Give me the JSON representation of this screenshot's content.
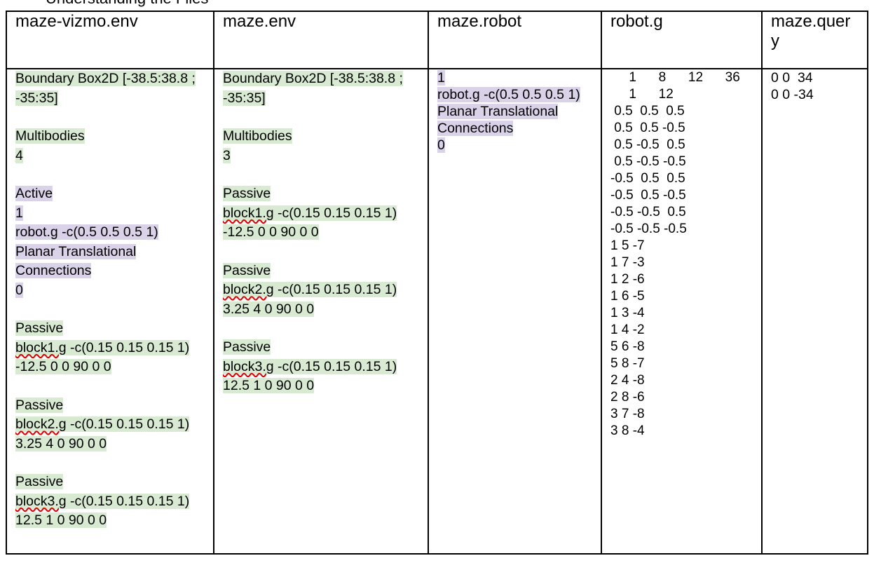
{
  "page_title": "Understanding the Files",
  "columns": [
    {
      "header": "maze-vizmo.env"
    },
    {
      "header": "maze.env"
    },
    {
      "header": "maze.robot"
    },
    {
      "header": "robot.g"
    },
    {
      "header": "maze.query"
    }
  ],
  "vizmo_env": {
    "boundary": "Boundary Box2D [-38.5:38.8 ; -35:35]",
    "multibodies_label": "Multibodies",
    "multibodies_count": "4",
    "active_label": "Active",
    "active_count": "1",
    "robot_line": "robot.g -c(0.5 0.5 0.5 1)",
    "robot_type": "Planar Translational",
    "connections_label": "Connections",
    "connections_count": "0",
    "passives": [
      {
        "label": "Passive",
        "file": "block1.g",
        "color": " -c(0.15 0.15 0.15 1)",
        "transform": "-12.5 0 0 90 0 0"
      },
      {
        "label": "Passive",
        "file": "block2.g",
        "color": " -c(0.15 0.15 0.15 1)",
        "transform": "3.25 4 0 90 0 0"
      },
      {
        "label": "Passive",
        "file": "block3.g",
        "color": " -c(0.15 0.15 0.15 1)",
        "transform": "12.5 1 0 90 0 0"
      }
    ]
  },
  "maze_env": {
    "boundary": "Boundary Box2D [-38.5:38.8 ; -35:35]",
    "multibodies_label": "Multibodies",
    "multibodies_count": "3",
    "passives": [
      {
        "label": "Passive",
        "file": "block1.g",
        "color": " -c(0.15 0.15 0.15 1)",
        "transform": "-12.5 0 0 90 0 0"
      },
      {
        "label": "Passive",
        "file": "block2.g",
        "color": " -c(0.15 0.15 0.15 1)",
        "transform": "3.25 4 0 90 0 0"
      },
      {
        "label": "Passive",
        "file": "block3.g",
        "color": " -c(0.15 0.15 0.15 1)",
        "transform": "12.5 1 0 90 0 0"
      }
    ]
  },
  "maze_robot": {
    "count": "1",
    "robot_line": "robot.g -c(0.5 0.5 0.5 1)",
    "robot_type": "Planar Translational",
    "connections_label": "Connections",
    "connections_count": "0"
  },
  "robot_g": {
    "lines": [
      "     1      8      12      36",
      "     1      12",
      " 0.5  0.5  0.5",
      " 0.5  0.5 -0.5",
      " 0.5 -0.5  0.5",
      " 0.5 -0.5 -0.5",
      "-0.5  0.5  0.5",
      "-0.5  0.5 -0.5",
      "-0.5 -0.5  0.5",
      "-0.5 -0.5 -0.5",
      "1 5 -7",
      "1 7 -3",
      "1 2 -6",
      "1 6 -5",
      "1 3 -4",
      "1 4 -2",
      "5 6 -8",
      "5 8 -7",
      "2 4 -8",
      "2 8 -6",
      "3 7 -8",
      "3 8 -4"
    ]
  },
  "maze_query": {
    "lines": [
      "0 0  34",
      "0 0 -34"
    ]
  },
  "highlight_colors": {
    "environment": "#d9ead3",
    "robot": "#d9d2e9",
    "spellcheck": "#e00000"
  }
}
